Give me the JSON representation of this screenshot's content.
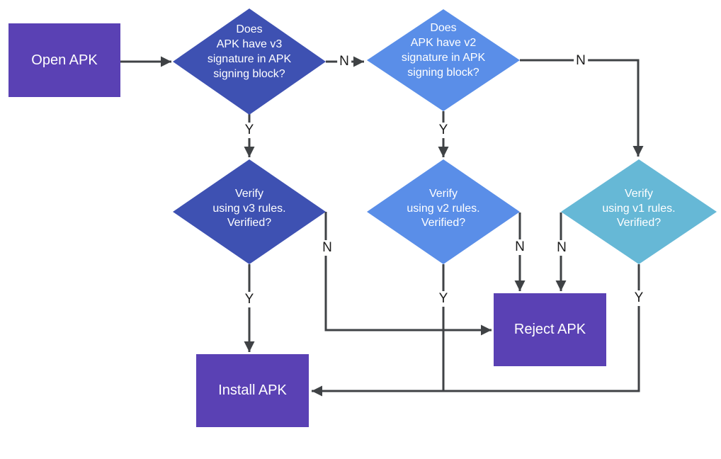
{
  "colors": {
    "purple": "#5A41B4",
    "indigo": "#3E51B2",
    "blue": "#5A8EE8",
    "teal": "#66B8D6",
    "line": "#3F4245",
    "label-text": "#1B1B1B"
  },
  "nodes": {
    "open_apk": {
      "label": "Open APK"
    },
    "question_v3": {
      "label": "Does\nAPK have v3\nsignature in APK\nsigning block?"
    },
    "question_v2": {
      "label": "Does\nAPK have v2\nsignature in APK\nsigning block?"
    },
    "verify_v3": {
      "label": "Verify\nusing v3 rules.\nVerified?"
    },
    "verify_v2": {
      "label": "Verify\nusing v2 rules.\nVerified?"
    },
    "verify_v1": {
      "label": "Verify\nusing v1 rules.\nVerified?"
    },
    "reject_apk": {
      "label": "Reject APK"
    },
    "install_apk": {
      "label": "Install APK"
    }
  },
  "edge_labels": {
    "question_v3_no": "N",
    "question_v3_yes": "Y",
    "question_v2_no": "N",
    "question_v2_yes": "Y",
    "verify_v3_no": "N",
    "verify_v3_yes": "Y",
    "verify_v2_no": "N",
    "verify_v2_yes": "Y",
    "verify_v1_no": "N",
    "verify_v1_yes": "Y"
  }
}
